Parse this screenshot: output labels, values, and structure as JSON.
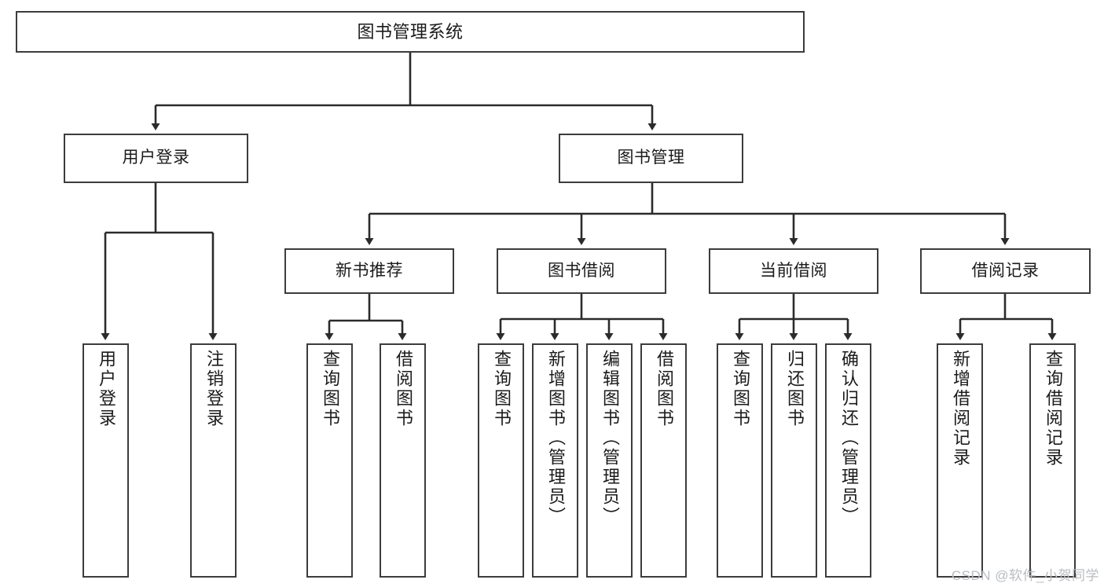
{
  "diagram": {
    "title": "图书管理系统",
    "type": "function-hierarchy-tree",
    "root": {
      "label": "图书管理系统"
    },
    "level2": [
      {
        "label": "用户登录"
      },
      {
        "label": "图书管理"
      }
    ],
    "level3": [
      {
        "label": "新书推荐"
      },
      {
        "label": "图书借阅"
      },
      {
        "label": "当前借阅"
      },
      {
        "label": "借阅记录"
      }
    ],
    "leaves": [
      {
        "label": "用户登录",
        "parent": "用户登录"
      },
      {
        "label": "注销登录",
        "parent": "用户登录"
      },
      {
        "label": "查询图书",
        "parent": "新书推荐"
      },
      {
        "label": "借阅图书",
        "parent": "新书推荐"
      },
      {
        "label": "查询图书",
        "parent": "图书借阅"
      },
      {
        "label": "新增图书（管理员）",
        "parent": "图书借阅"
      },
      {
        "label": "编辑图书（管理员）",
        "parent": "图书借阅"
      },
      {
        "label": "借阅图书",
        "parent": "图书借阅"
      },
      {
        "label": "查询图书",
        "parent": "当前借阅"
      },
      {
        "label": "归还图书",
        "parent": "当前借阅"
      },
      {
        "label": "确认归还（管理员）",
        "parent": "当前借阅"
      },
      {
        "label": "新增借阅记录",
        "parent": "借阅记录"
      },
      {
        "label": "查询借阅记录",
        "parent": "借阅记录"
      }
    ]
  },
  "watermark": {
    "text": "CSDN @软件_小贺同学"
  },
  "colors": {
    "stroke": "#3c3c3c",
    "background": "#ffffff",
    "text": "#1b1b1b",
    "watermark": "#b9bcc0"
  }
}
